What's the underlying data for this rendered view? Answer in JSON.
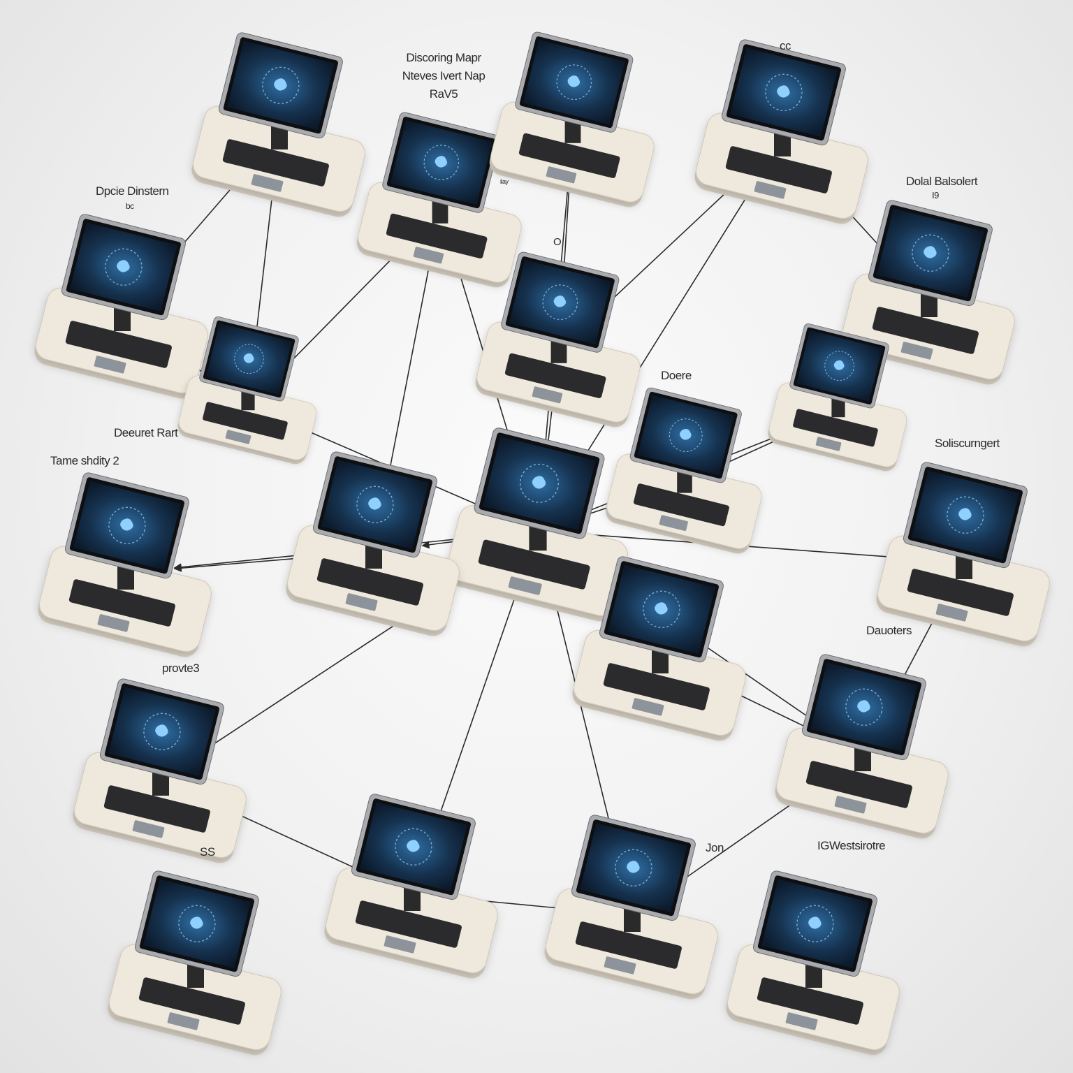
{
  "title": {
    "line1": "Discoring Mapr",
    "line2": "Nteves Ivert Nap",
    "line3": "RaV5"
  },
  "labels": {
    "top_right_small": "cc",
    "dpcie": "Dpcie Dinstern",
    "dpcie_sub": "bc",
    "dolal": "Dolal Balsolert",
    "dolal_sub": "I9",
    "doere": "Doere",
    "deeuret": "Deeuret Rart",
    "tame": "Tame shdity 2",
    "solscurr": "Soliscurngert",
    "dauoters": "Dauoters",
    "provtes": "provte3",
    "ss": "SS",
    "jon": "Jon",
    "igwest": "IGWestsirotre",
    "small_o": "O",
    "small_tag": "ilay"
  },
  "colors": {
    "screen": "#16324f",
    "screen_glow": "#2e6da3",
    "accent": "#8fd0ff",
    "base": "#efe8dc",
    "line": "#2a2a2a"
  },
  "icons": {
    "node": "desktop-computer-icon",
    "edge": "arrow-connector"
  }
}
